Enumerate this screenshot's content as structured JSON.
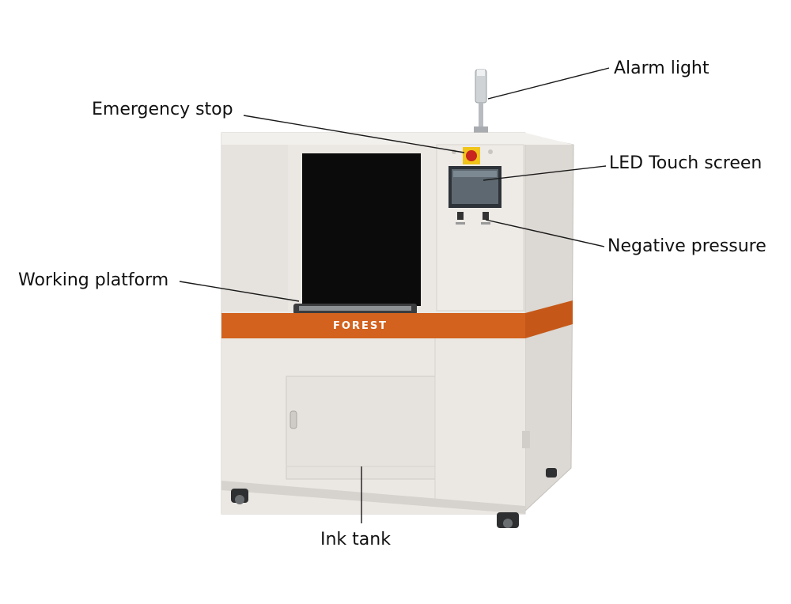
{
  "labels": {
    "alarm_light": "Alarm light",
    "emergency_stop": "Emergency stop",
    "led_touch_screen": "LED Touch screen",
    "negative_pressure": "Negative pressure",
    "working_platform": "Working platform",
    "ink_tank": "Ink tank"
  },
  "brand": {
    "logo": "FOREST"
  },
  "colors": {
    "body": "#e9e6e2",
    "body_shade": "#d6d2cd",
    "orange_band": "#d2621d",
    "window": "#0b0b0c",
    "screen": "#5d6870",
    "stop_button": "#c8261e",
    "line": "#1a1a1a"
  },
  "icons": [
    "emergency-stop-icon",
    "alarm-light-icon",
    "caster-wheel-icon",
    "door-handle-icon"
  ]
}
